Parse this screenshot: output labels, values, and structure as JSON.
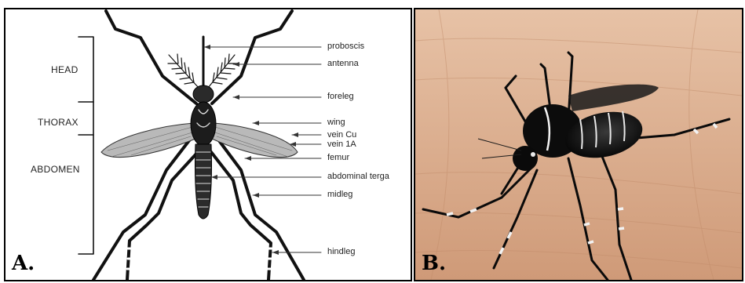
{
  "panel_a": {
    "letter": "A.",
    "regions": [
      "HEAD",
      "THORAX",
      "ABDOMEN"
    ],
    "parts": [
      "proboscis",
      "antenna",
      "foreleg",
      "wing",
      "vein Cu",
      "vein 1A",
      "femur",
      "abdominal terga",
      "midleg",
      "hindleg"
    ]
  },
  "panel_b": {
    "letter": "B."
  }
}
